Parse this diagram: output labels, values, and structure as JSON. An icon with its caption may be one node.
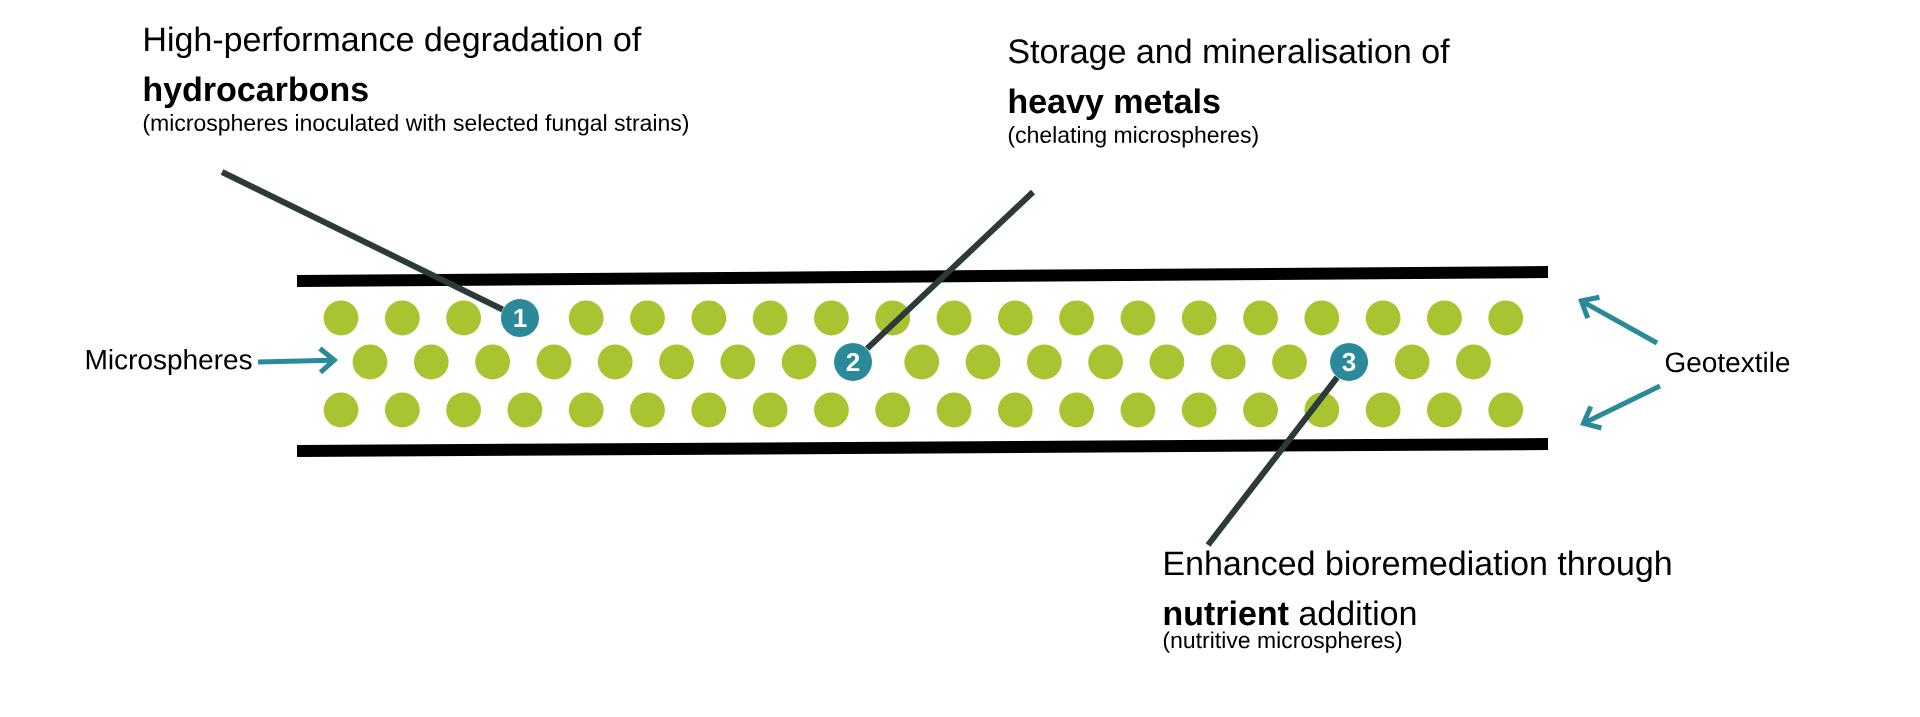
{
  "diagram": {
    "nodes": [
      {
        "text": [
          "High-performance degradation of **hydrocarbons**",
          "(microspheres inoculated with selected fungal strains)"
        ]
      },
      {
        "text": [
          "1"
        ]
      },
      {
        "text": [
          "Storage and mineralisation of **heavy metals**",
          "(chelating microspheres)"
        ]
      },
      {
        "text": [
          "2"
        ]
      },
      {
        "text": [
          "Microspheres"
        ]
      },
      {
        "text": [
          "3"
        ]
      },
      {
        "text": [
          "Geotextile"
        ]
      },
      {
        "text": [
          "Enhanced bioremediation through **nutrient** addition",
          "(nutritive microspheres)"
        ]
      }
    ],
    "edges": [
      {
        "from": 0,
        "to": 1,
        "arrow": "none"
      },
      {
        "from": 2,
        "to": 3,
        "arrow": "none"
      },
      {
        "from": 7,
        "to": 5,
        "arrow": "none"
      },
      {
        "from": 4,
        "to": null,
        "arrow": "to",
        "color": "#2a8a99"
      },
      {
        "from": 6,
        "to": null,
        "arrow": "to",
        "color": "#2a8a99"
      },
      {
        "from": 6,
        "to": null,
        "arrow": "to",
        "color": "#2a8a99"
      }
    ]
  }
}
